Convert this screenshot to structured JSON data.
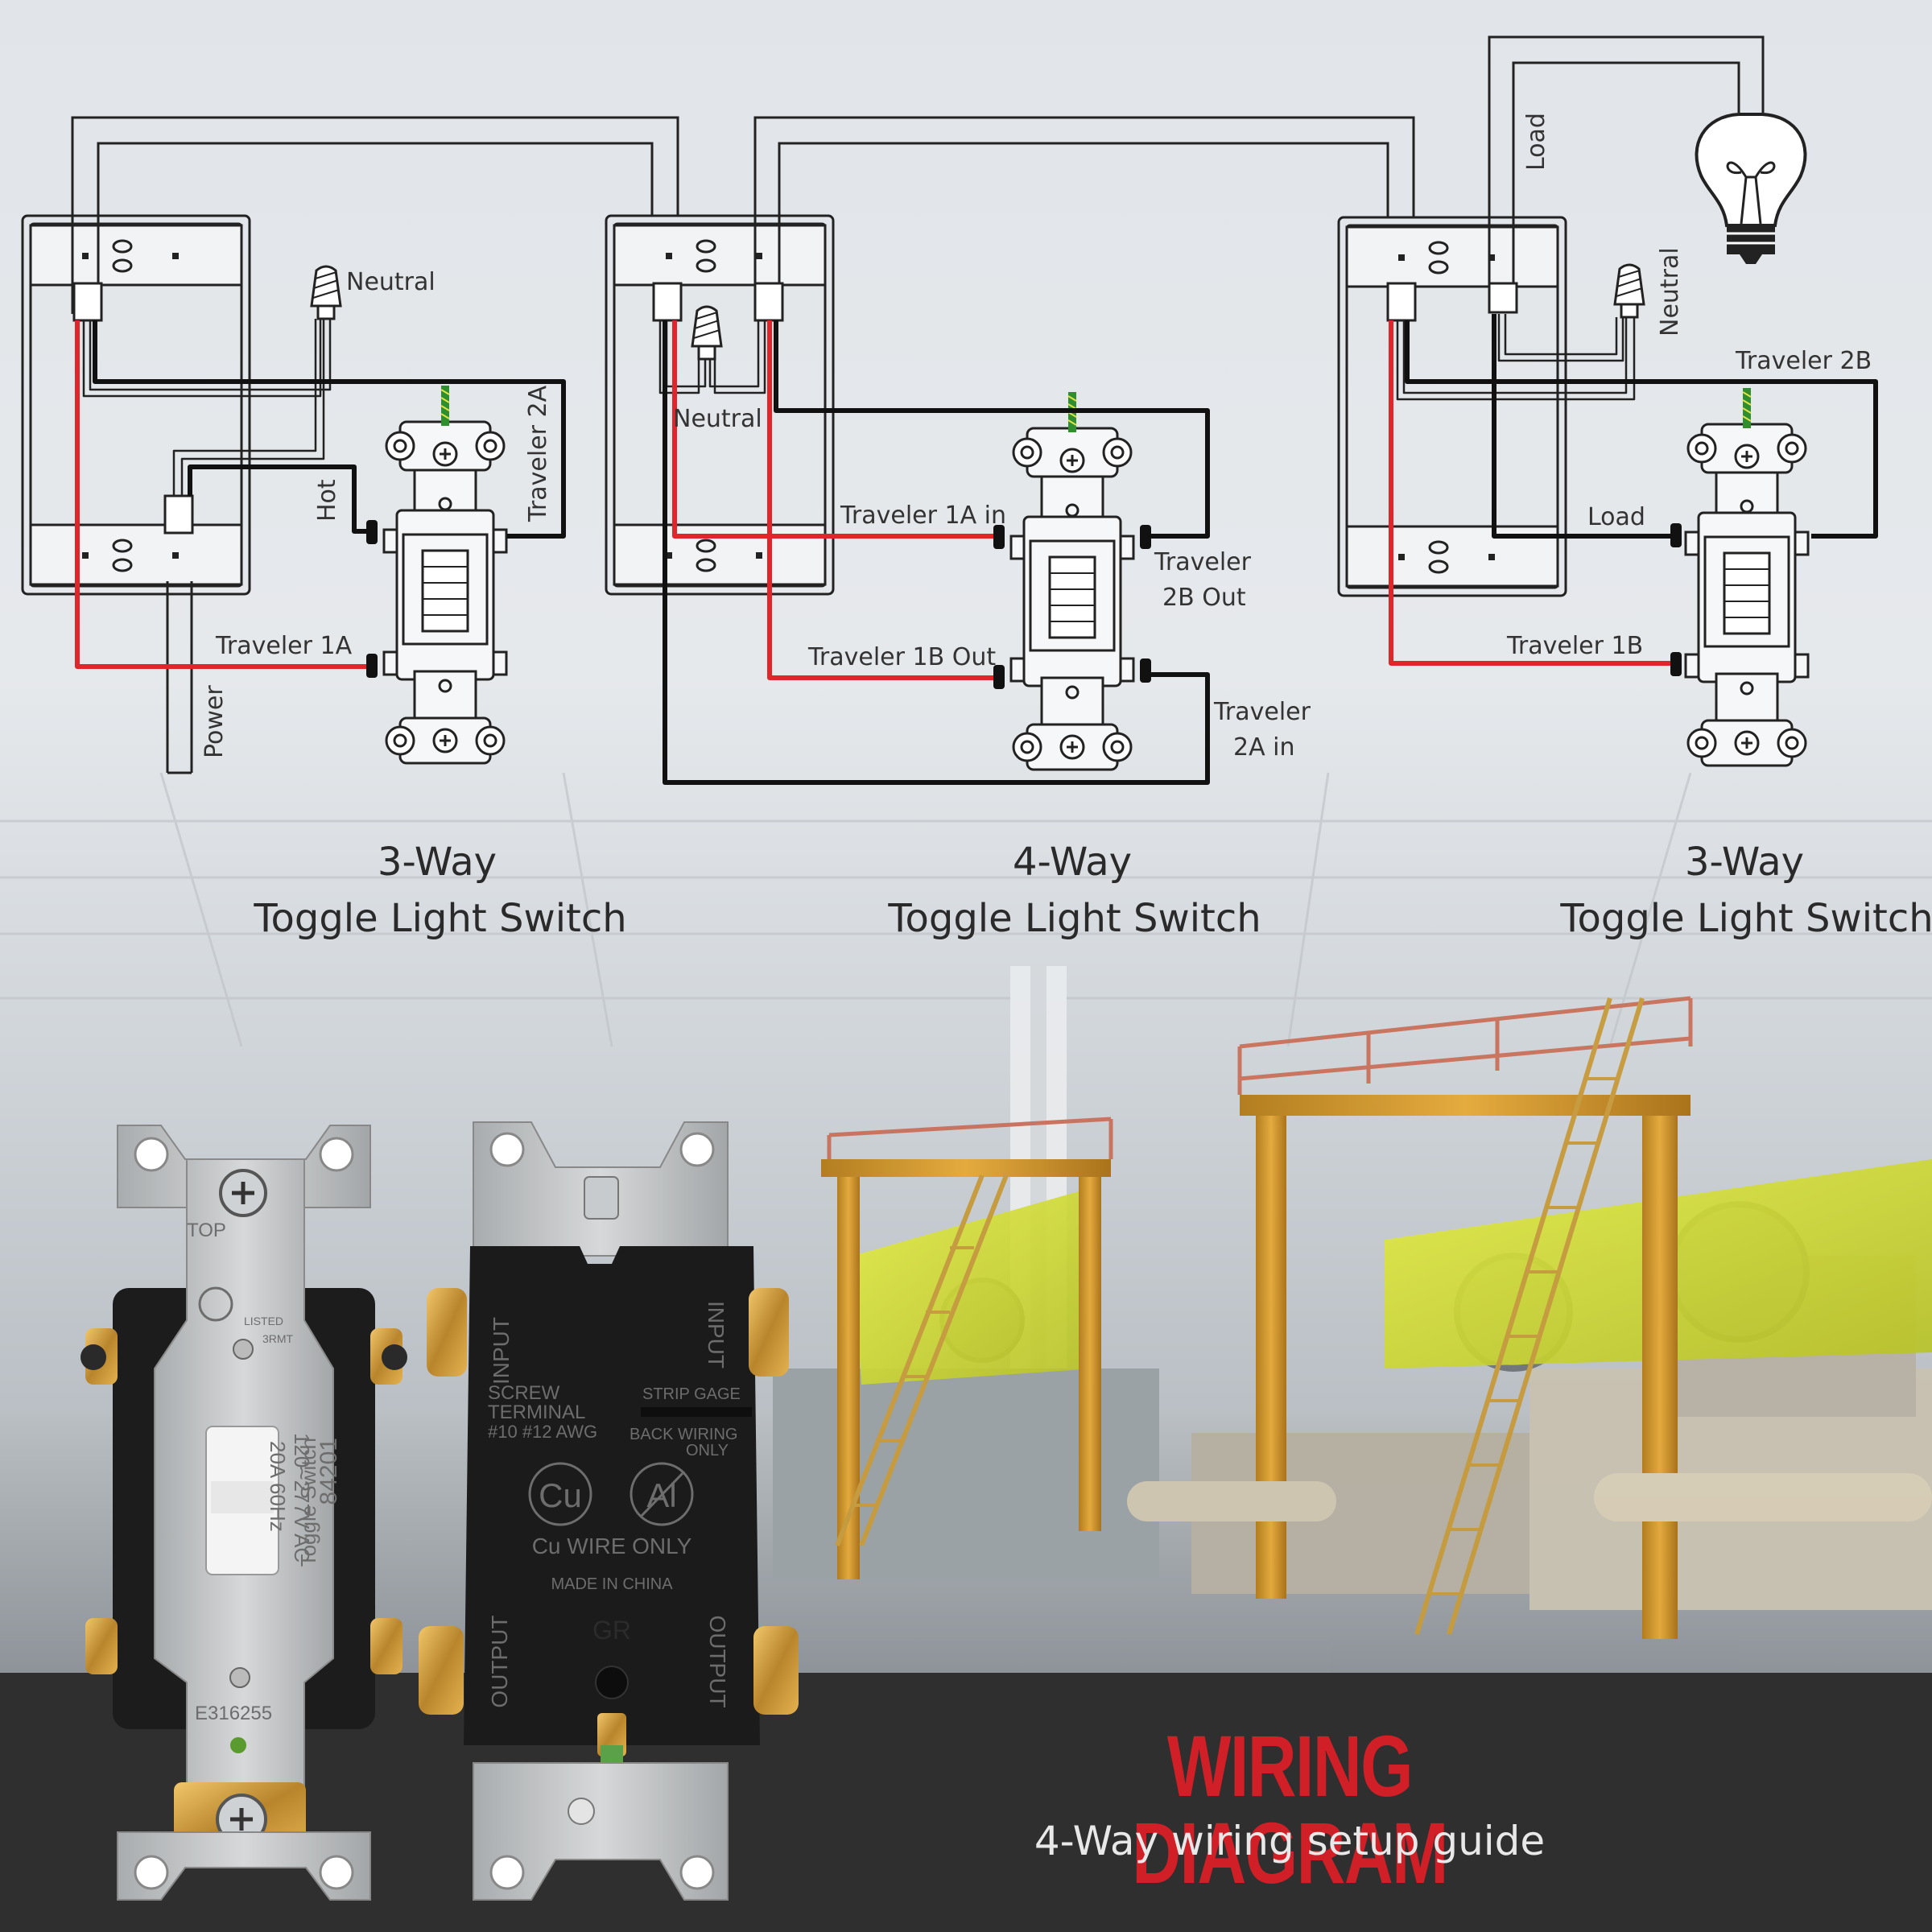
{
  "wire_labels": {
    "left_neutral": "Neutral",
    "left_hot": "Hot",
    "left_traveler_2a": "Traveler 2A",
    "left_traveler_1a": "Traveler 1A",
    "left_power": "Power",
    "mid_neutral": "Neutral",
    "mid_traveler_1a_in": "Traveler 1A in",
    "mid_traveler_2b_out_l1": "Traveler",
    "mid_traveler_2b_out_l2": "2B Out",
    "mid_traveler_1b_out": "Traveler 1B Out",
    "mid_traveler_2a_in_l1": "Traveler",
    "mid_traveler_2a_in_l2": "2A in",
    "right_load_top": "Load",
    "right_neutral": "Neutral",
    "right_traveler_2b": "Traveler 2B",
    "right_load": "Load",
    "right_traveler_1b": "Traveler 1B"
  },
  "switch_titles": {
    "left_line1": "3-Way",
    "left_line2": "Toggle Light Switch",
    "mid_line1": "4-Way",
    "mid_line2": "Toggle Light Switch",
    "right_line1": "3-Way",
    "right_line2": "Toggle Light Switch"
  },
  "product_front": {
    "top": "TOP",
    "listed": "LISTED",
    "code": "3RMT",
    "rating_line1": "120~277V AC",
    "rating_line2": "20A 60Hz",
    "name": "Toggle Switch",
    "model": "84201",
    "cert": "E316255"
  },
  "product_back": {
    "input_left": "INPUT",
    "input_right": "INPUT",
    "screw_line1": "SCREW",
    "screw_line2": "TERMINAL",
    "screw_line3": "#10 #12 AWG",
    "strip_gage": "STRIP GAGE",
    "back_wiring_line1": "BACK WIRING",
    "back_wiring_line2": "ONLY",
    "cu": "Cu",
    "al": "Al",
    "cu_wire_only": "Cu WIRE ONLY",
    "made_in": "MADE IN CHINA",
    "gr": "GR",
    "output_left": "OUTPUT",
    "output_right": "OUTPUT"
  },
  "banner": {
    "title": "WIRING DIAGRAM",
    "subtitle": "4-Way wiring setup guide"
  },
  "colors": {
    "accent_red": "#d01f26",
    "wire_red": "#e0262b",
    "wire_black": "#111111",
    "banner_bg": "#2f2f2f"
  }
}
